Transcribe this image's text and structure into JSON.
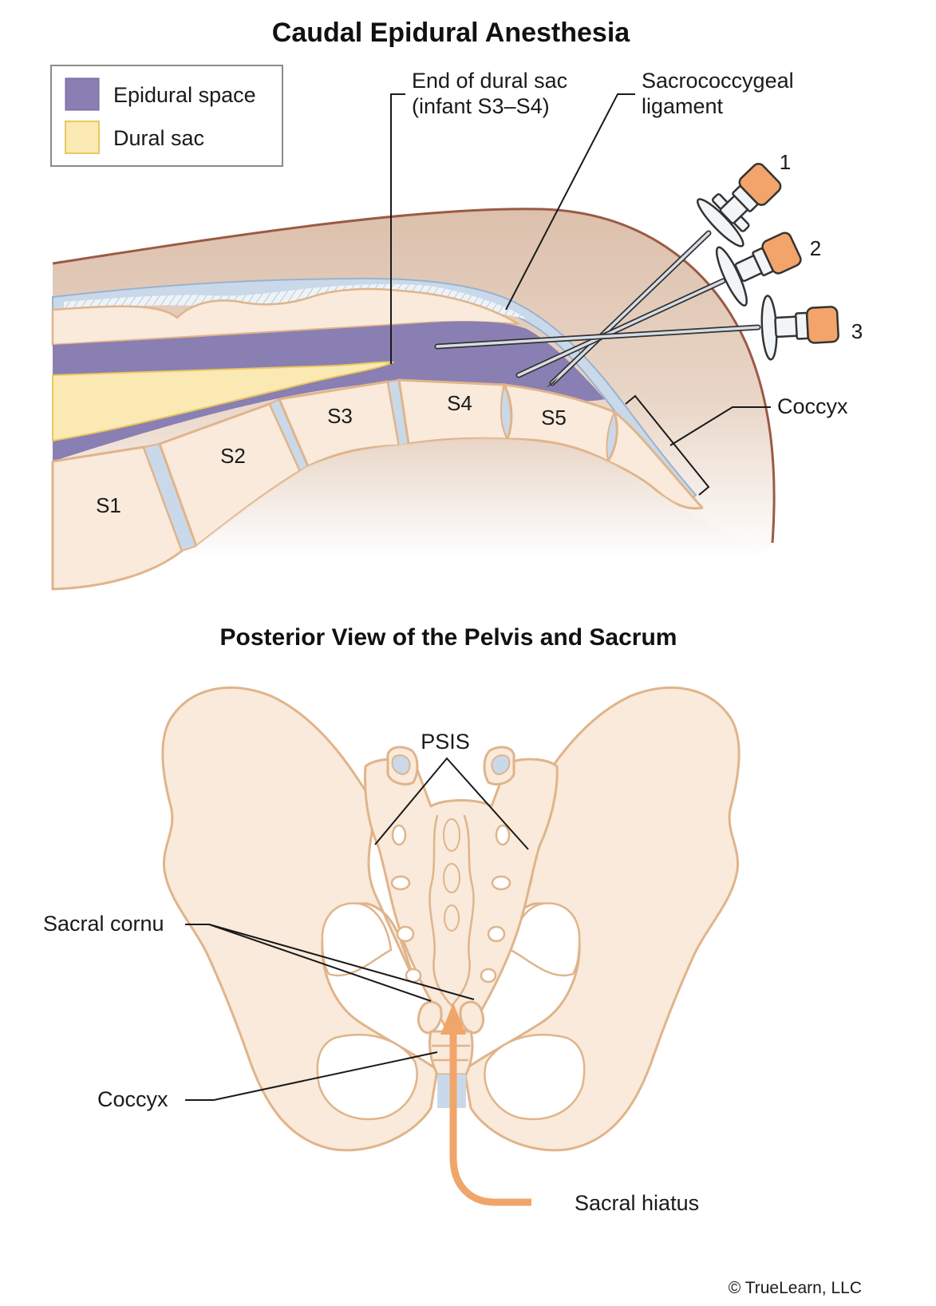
{
  "titles": {
    "main": "Caudal Epidural Anesthesia",
    "posterior": "Posterior View of the Pelvis and Sacrum"
  },
  "legend": {
    "items": [
      {
        "label": "Epidural space",
        "color": "#8a7fb3"
      },
      {
        "label": "Dural sac",
        "color": "#fbe9b4"
      }
    ]
  },
  "sagittal": {
    "dural_sac_end_line1": "End of dural sac",
    "dural_sac_end_line2": "(infant S3–S4)",
    "ligament_line1": "Sacrococcygeal",
    "ligament_line2": "ligament",
    "coccyx": "Coccyx",
    "vertebrae": [
      "S1",
      "S2",
      "S3",
      "S4",
      "S5"
    ],
    "needles": [
      "1",
      "2",
      "3"
    ]
  },
  "posterior": {
    "psis": "PSIS",
    "sacral_cornu": "Sacral cornu",
    "coccyx": "Coccyx",
    "sacral_hiatus": "Sacral hiatus"
  },
  "copyright": "© TrueLearn, LLC",
  "colors": {
    "skin": "#dcc0ac",
    "skin_edge": "#9b5a45",
    "bone": "#f9eadb",
    "bone_outline": "#e0b48a",
    "disc": "#c9d9ea",
    "epidural": "#8a7fb3",
    "dural": "#fbe9b4",
    "needle_hub": "#f2a46a",
    "arrow": "#f0a66a"
  }
}
